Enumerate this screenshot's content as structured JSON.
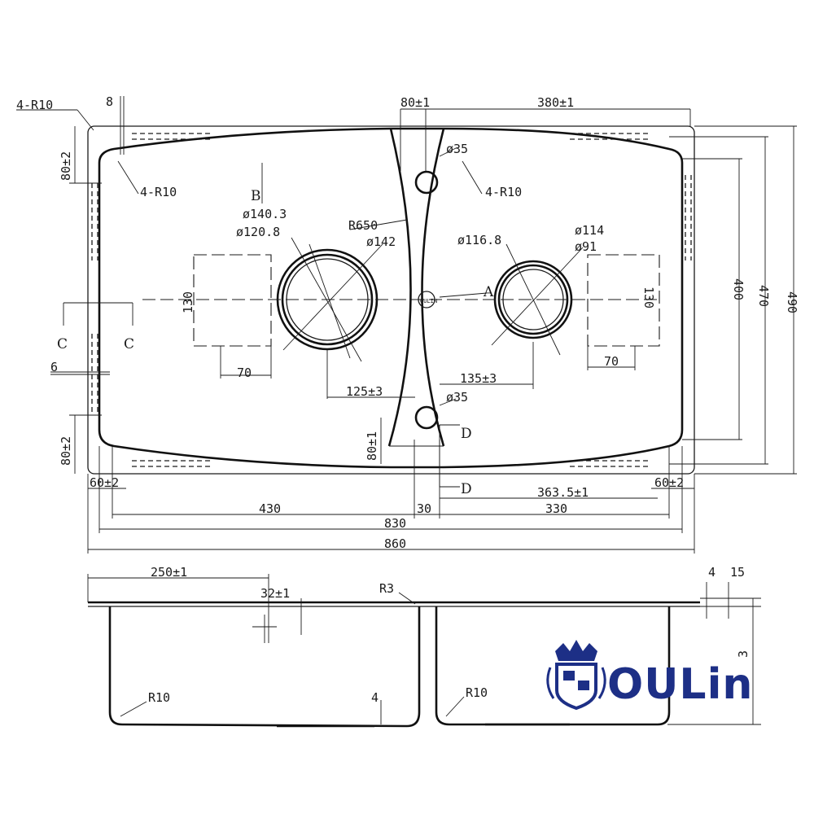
{
  "top_view": {
    "corner_radius_outer": "4-R10",
    "corner_radius_left": "4-R10",
    "corner_radius_right": "4-R10",
    "flange_top_label": "8",
    "flange_bottom_label": "6",
    "dim_80_left_top": "80±2",
    "dim_80_left_bottom": "80±2",
    "dim_80_top": "80±1",
    "dim_380": "380±1",
    "dim_80_center": "80±1",
    "dia_35_top": "ø35",
    "dia_35_bottom": "ø35",
    "r650": "R650",
    "left_dia_1403": "ø140.3",
    "left_dia_1208": "ø120.8",
    "left_dia_142": "ø142",
    "right_dia_1168": "ø116.8",
    "right_dia_114": "ø114",
    "right_dia_91": "ø91",
    "left_130": "130",
    "right_130": "130",
    "left_70": "70",
    "right_70": "70",
    "dim_125": "125±3",
    "dim_135": "135±3",
    "dim_400": "400",
    "dim_470": "470",
    "dim_490": "490",
    "section_b": "B",
    "section_a": "A",
    "section_c_left": "C",
    "section_c_right": "C",
    "section_d_top": "D",
    "section_d_bottom": "D",
    "dim_60_left": "60±2",
    "dim_60_right": "60±2",
    "dim_3635": "363.5±1",
    "dim_430": "430",
    "dim_30": "30",
    "dim_330": "330",
    "dim_830": "830",
    "dim_860": "860",
    "drain_mark": "OULIN"
  },
  "side_view": {
    "dim_250": "250±1",
    "dim_32": "32±1",
    "r3": "R3",
    "dim_4_top": "4",
    "dim_15": "15",
    "dim_4_bottom": "4",
    "r10_left": "R10",
    "r10_right": "R10",
    "height_partial": "3"
  },
  "brand": {
    "name": "OULin",
    "color": "#1d2f86"
  }
}
